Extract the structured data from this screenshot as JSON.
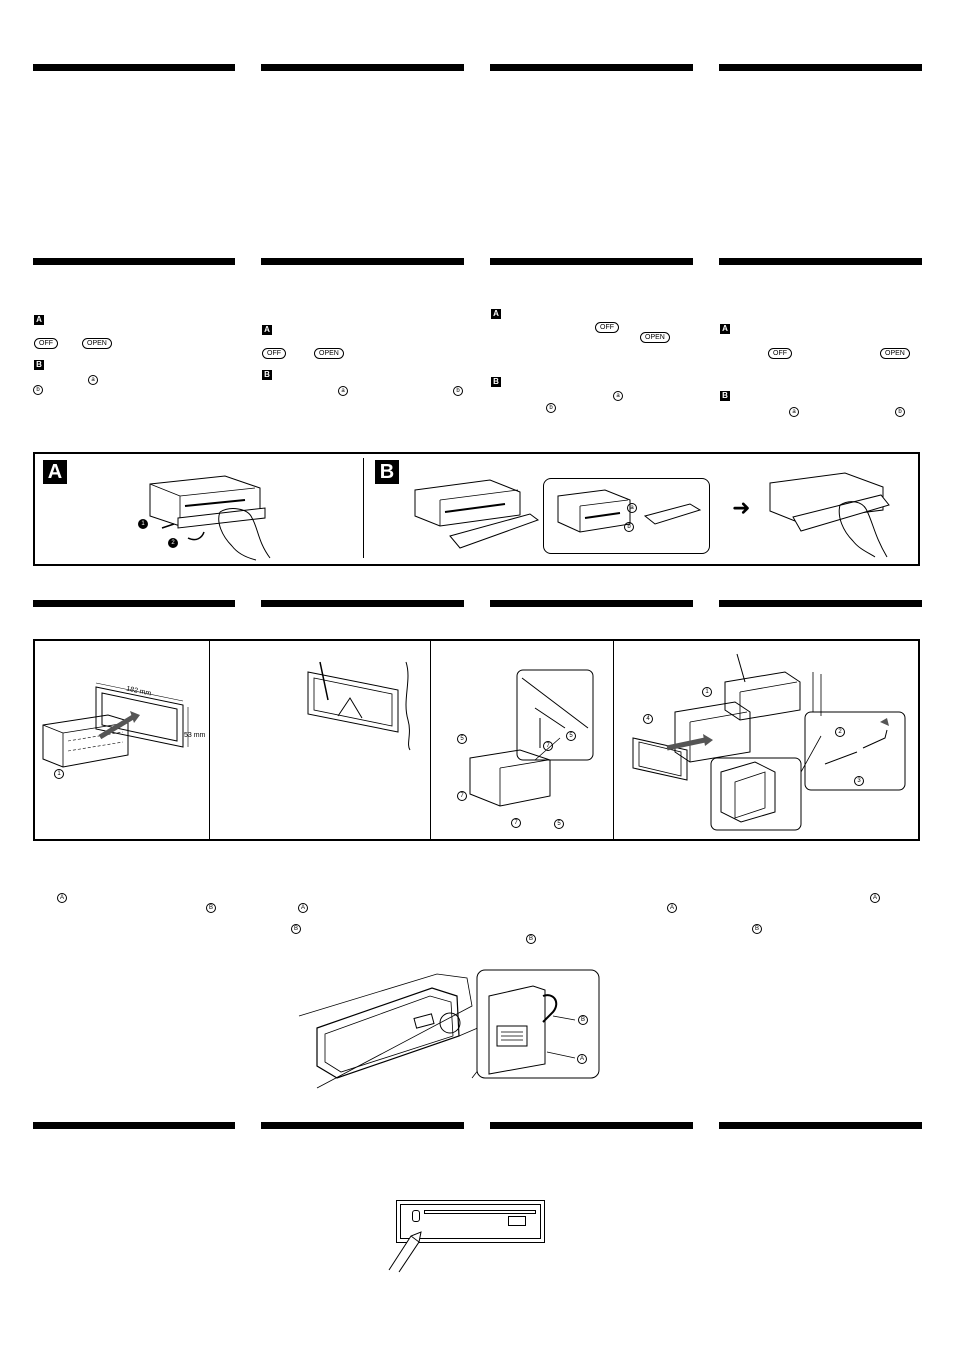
{
  "labels": {
    "a": "A",
    "b": "B",
    "off": "OFF",
    "open": "OPEN",
    "small_a": "a",
    "small_b": "b",
    "cap_a": "A",
    "cap_b": "B",
    "n1": "1",
    "n2": "2",
    "n3": "3",
    "n4": "4",
    "n5": "5",
    "n7": "7"
  },
  "dimensions": {
    "width": "182 mm",
    "height": "53 mm"
  }
}
